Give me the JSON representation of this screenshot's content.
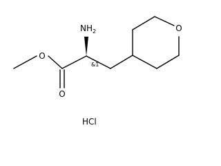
{
  "molecule": {
    "atoms": {
      "amine": {
        "symbol": "NH",
        "subscript": "2"
      },
      "ring_oxygen": {
        "symbol": "O"
      },
      "ester_oxygen": {
        "symbol": "O"
      },
      "carbonyl_oxygen": {
        "symbol": "O"
      }
    },
    "stereo_label": "&1",
    "salt": "HCl"
  },
  "colors": {
    "bond": "#000000",
    "text": "#000000",
    "background": "#ffffff"
  }
}
